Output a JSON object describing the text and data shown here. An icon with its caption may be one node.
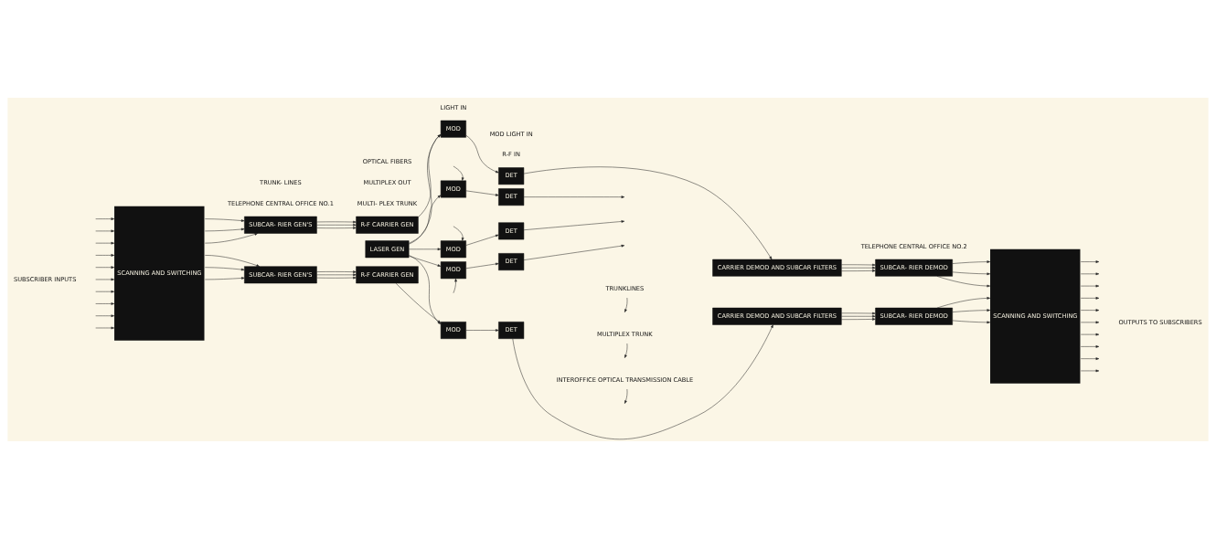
{
  "diagram": {
    "nodes": [
      {
        "text": [
          "SCANNING AND SWITCHING"
        ]
      },
      {
        "text": [
          "SUBCAR- RIER GEN'S"
        ]
      },
      {
        "text": [
          "R-F CARRIER GEN"
        ]
      },
      {
        "text": [
          "LASER GEN"
        ]
      },
      {
        "text": [
          "MOD"
        ]
      },
      {
        "text": [
          "MOD"
        ]
      },
      {
        "text": [
          "MOD"
        ]
      },
      {
        "text": [
          "MOD"
        ]
      },
      {
        "text": [
          "MOD"
        ]
      },
      {
        "text": [
          "SUBCAR- RIER GEN'S"
        ]
      },
      {
        "text": [
          "R-F CARRIER GEN"
        ]
      },
      {
        "text": [
          "DET"
        ]
      },
      {
        "text": [
          "DET"
        ]
      },
      {
        "text": [
          "DET"
        ]
      },
      {
        "text": [
          "DET"
        ]
      },
      {
        "text": [
          "DET"
        ]
      },
      {
        "text": [
          "CARRIER DEMOD AND SUBCAR FILTERS"
        ]
      },
      {
        "text": [
          "SUBCAR- RIER DEMOD"
        ]
      },
      {
        "text": [
          "CARRIER DEMOD AND SUBCAR FILTERS"
        ]
      },
      {
        "text": [
          "SUBCAR- RIER DEMOD"
        ]
      },
      {
        "text": [
          "SCANNING AND SWITCHING"
        ]
      },
      {
        "text": [
          "TRUNKLINES"
        ]
      },
      {
        "text": [
          "MULTIPLEX TRUNK"
        ]
      },
      {
        "text": [
          "INTEROFFICE OPTICAL TRANSMISSION CABLE"
        ]
      }
    ],
    "edges": [
      {
        "from": null,
        "to": 0,
        "arrow": "to"
      },
      {
        "from": null,
        "to": 0,
        "arrow": "to"
      },
      {
        "from": null,
        "to": 0,
        "arrow": "to"
      },
      {
        "from": null,
        "to": 0,
        "arrow": "to"
      },
      {
        "from": null,
        "to": 0,
        "arrow": "to"
      },
      {
        "from": null,
        "to": 0,
        "arrow": "to"
      },
      {
        "from": null,
        "to": 0,
        "arrow": "to"
      },
      {
        "from": null,
        "to": 0,
        "arrow": "to"
      },
      {
        "from": null,
        "to": 0,
        "arrow": "to"
      },
      {
        "from": null,
        "to": 0,
        "arrow": "to"
      },
      {
        "from": 0,
        "to": 1,
        "arrow": "to"
      },
      {
        "from": 0,
        "to": 1,
        "arrow": "to"
      },
      {
        "from": 0,
        "to": 1,
        "arrow": "to"
      },
      {
        "from": 1,
        "to": 2,
        "arrow": "to"
      },
      {
        "from": 1,
        "to": 2,
        "arrow": "to"
      },
      {
        "from": 1,
        "to": 2,
        "arrow": "to"
      },
      {
        "from": 2,
        "to": 4,
        "arrow": "to"
      },
      {
        "from": null,
        "to": 5,
        "arrow": "to"
      },
      {
        "from": null,
        "to": 6,
        "arrow": "to"
      },
      {
        "from": null,
        "to": 7,
        "arrow": "to"
      },
      {
        "from": 10,
        "to": 8,
        "arrow": "to"
      },
      {
        "from": 0,
        "to": 9,
        "arrow": "to"
      },
      {
        "from": 0,
        "to": 9,
        "arrow": "to"
      },
      {
        "from": 0,
        "to": 9,
        "arrow": "to"
      },
      {
        "from": 9,
        "to": 10,
        "arrow": "to"
      },
      {
        "from": 9,
        "to": 10,
        "arrow": "to"
      },
      {
        "from": 9,
        "to": 10,
        "arrow": "to"
      },
      {
        "from": 3,
        "to": 4,
        "arrow": "to"
      },
      {
        "from": 3,
        "to": 5,
        "arrow": "to"
      },
      {
        "from": 3,
        "to": 6,
        "arrow": "to"
      },
      {
        "from": 3,
        "to": 7,
        "arrow": "to"
      },
      {
        "from": 3,
        "to": 8,
        "arrow": "to"
      },
      {
        "from": 4,
        "to": 11,
        "arrow": "to"
      },
      {
        "from": 5,
        "to": 12,
        "arrow": "to"
      },
      {
        "from": 6,
        "to": 13,
        "arrow": "to"
      },
      {
        "from": 7,
        "to": 14,
        "arrow": "to"
      },
      {
        "from": 8,
        "to": 15,
        "arrow": "to"
      },
      {
        "from": 11,
        "to": 16,
        "arrow": "to"
      },
      {
        "from": 12,
        "to": null,
        "arrow": "to"
      },
      {
        "from": 13,
        "to": null,
        "arrow": "to"
      },
      {
        "from": 14,
        "to": null,
        "arrow": "to"
      },
      {
        "from": 15,
        "to": 18,
        "arrow": "to"
      },
      {
        "from": 16,
        "to": 17,
        "arrow": "to"
      },
      {
        "from": 16,
        "to": 17,
        "arrow": "to"
      },
      {
        "from": 16,
        "to": 17,
        "arrow": "to"
      },
      {
        "from": 17,
        "to": 20,
        "arrow": "to"
      },
      {
        "from": 17,
        "to": 20,
        "arrow": "to"
      },
      {
        "from": 17,
        "to": 20,
        "arrow": "to"
      },
      {
        "from": 18,
        "to": 19,
        "arrow": "to"
      },
      {
        "from": 18,
        "to": 19,
        "arrow": "to"
      },
      {
        "from": 18,
        "to": 19,
        "arrow": "to"
      },
      {
        "from": 19,
        "to": 20,
        "arrow": "to"
      },
      {
        "from": 19,
        "to": 20,
        "arrow": "to"
      },
      {
        "from": 19,
        "to": 20,
        "arrow": "to"
      },
      {
        "from": 20,
        "to": null,
        "arrow": "to"
      },
      {
        "from": 20,
        "to": null,
        "arrow": "to"
      },
      {
        "from": 20,
        "to": null,
        "arrow": "to"
      },
      {
        "from": 20,
        "to": null,
        "arrow": "to"
      },
      {
        "from": 20,
        "to": null,
        "arrow": "to"
      },
      {
        "from": 20,
        "to": null,
        "arrow": "to"
      },
      {
        "from": 20,
        "to": null,
        "arrow": "to"
      },
      {
        "from": 20,
        "to": null,
        "arrow": "to"
      },
      {
        "from": 20,
        "to": null,
        "arrow": "to"
      },
      {
        "from": 20,
        "to": null,
        "arrow": "to"
      },
      {
        "from": 21,
        "to": null,
        "arrow": "to"
      },
      {
        "from": 22,
        "to": null,
        "arrow": "to"
      },
      {
        "from": 23,
        "to": null,
        "arrow": "to"
      }
    ],
    "labels": [
      "TELEPHONE CENTRAL OFFICE NO.1",
      "TELEPHONE CENTRAL OFFICE NO.2",
      "SUBSCRIBER INPUTS",
      "TRUNK- LINES",
      "MULTI- PLEX TRUNK",
      "MULTIPLEX OUT",
      "R-F IN",
      "OPTICAL FIBERS",
      "LIGHT IN",
      "MOD LIGHT IN",
      "OUTPUTS TO SUBSCRIBERS"
    ]
  }
}
